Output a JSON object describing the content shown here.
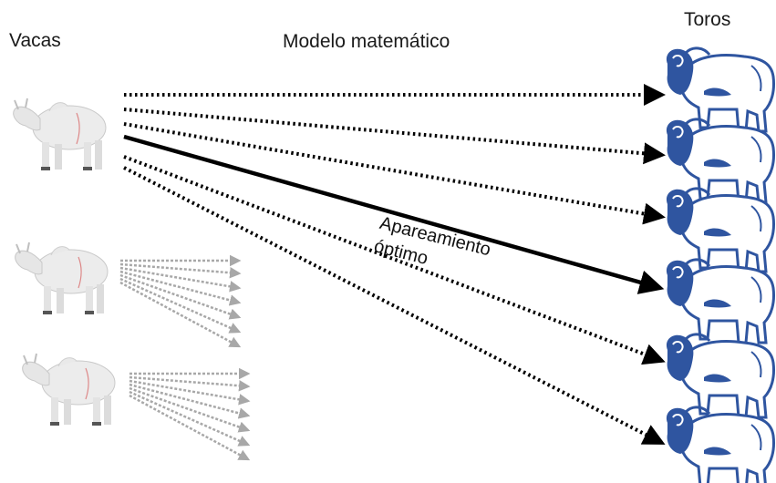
{
  "labels": {
    "cows": "Vacas",
    "model": "Modelo matemático",
    "bulls": "Toros",
    "optimal_line1": "Apareamiento",
    "optimal_line2": "óptimo"
  },
  "colors": {
    "bull_blue": "#2f55a0",
    "cow_white": "#ececec",
    "arrow_black": "#000000",
    "arrow_gray": "#a8a8a8"
  },
  "icons": {
    "cow": "cow-icon",
    "bull": "bull-icon"
  },
  "counts": {
    "cows": 3,
    "bulls": 6
  }
}
